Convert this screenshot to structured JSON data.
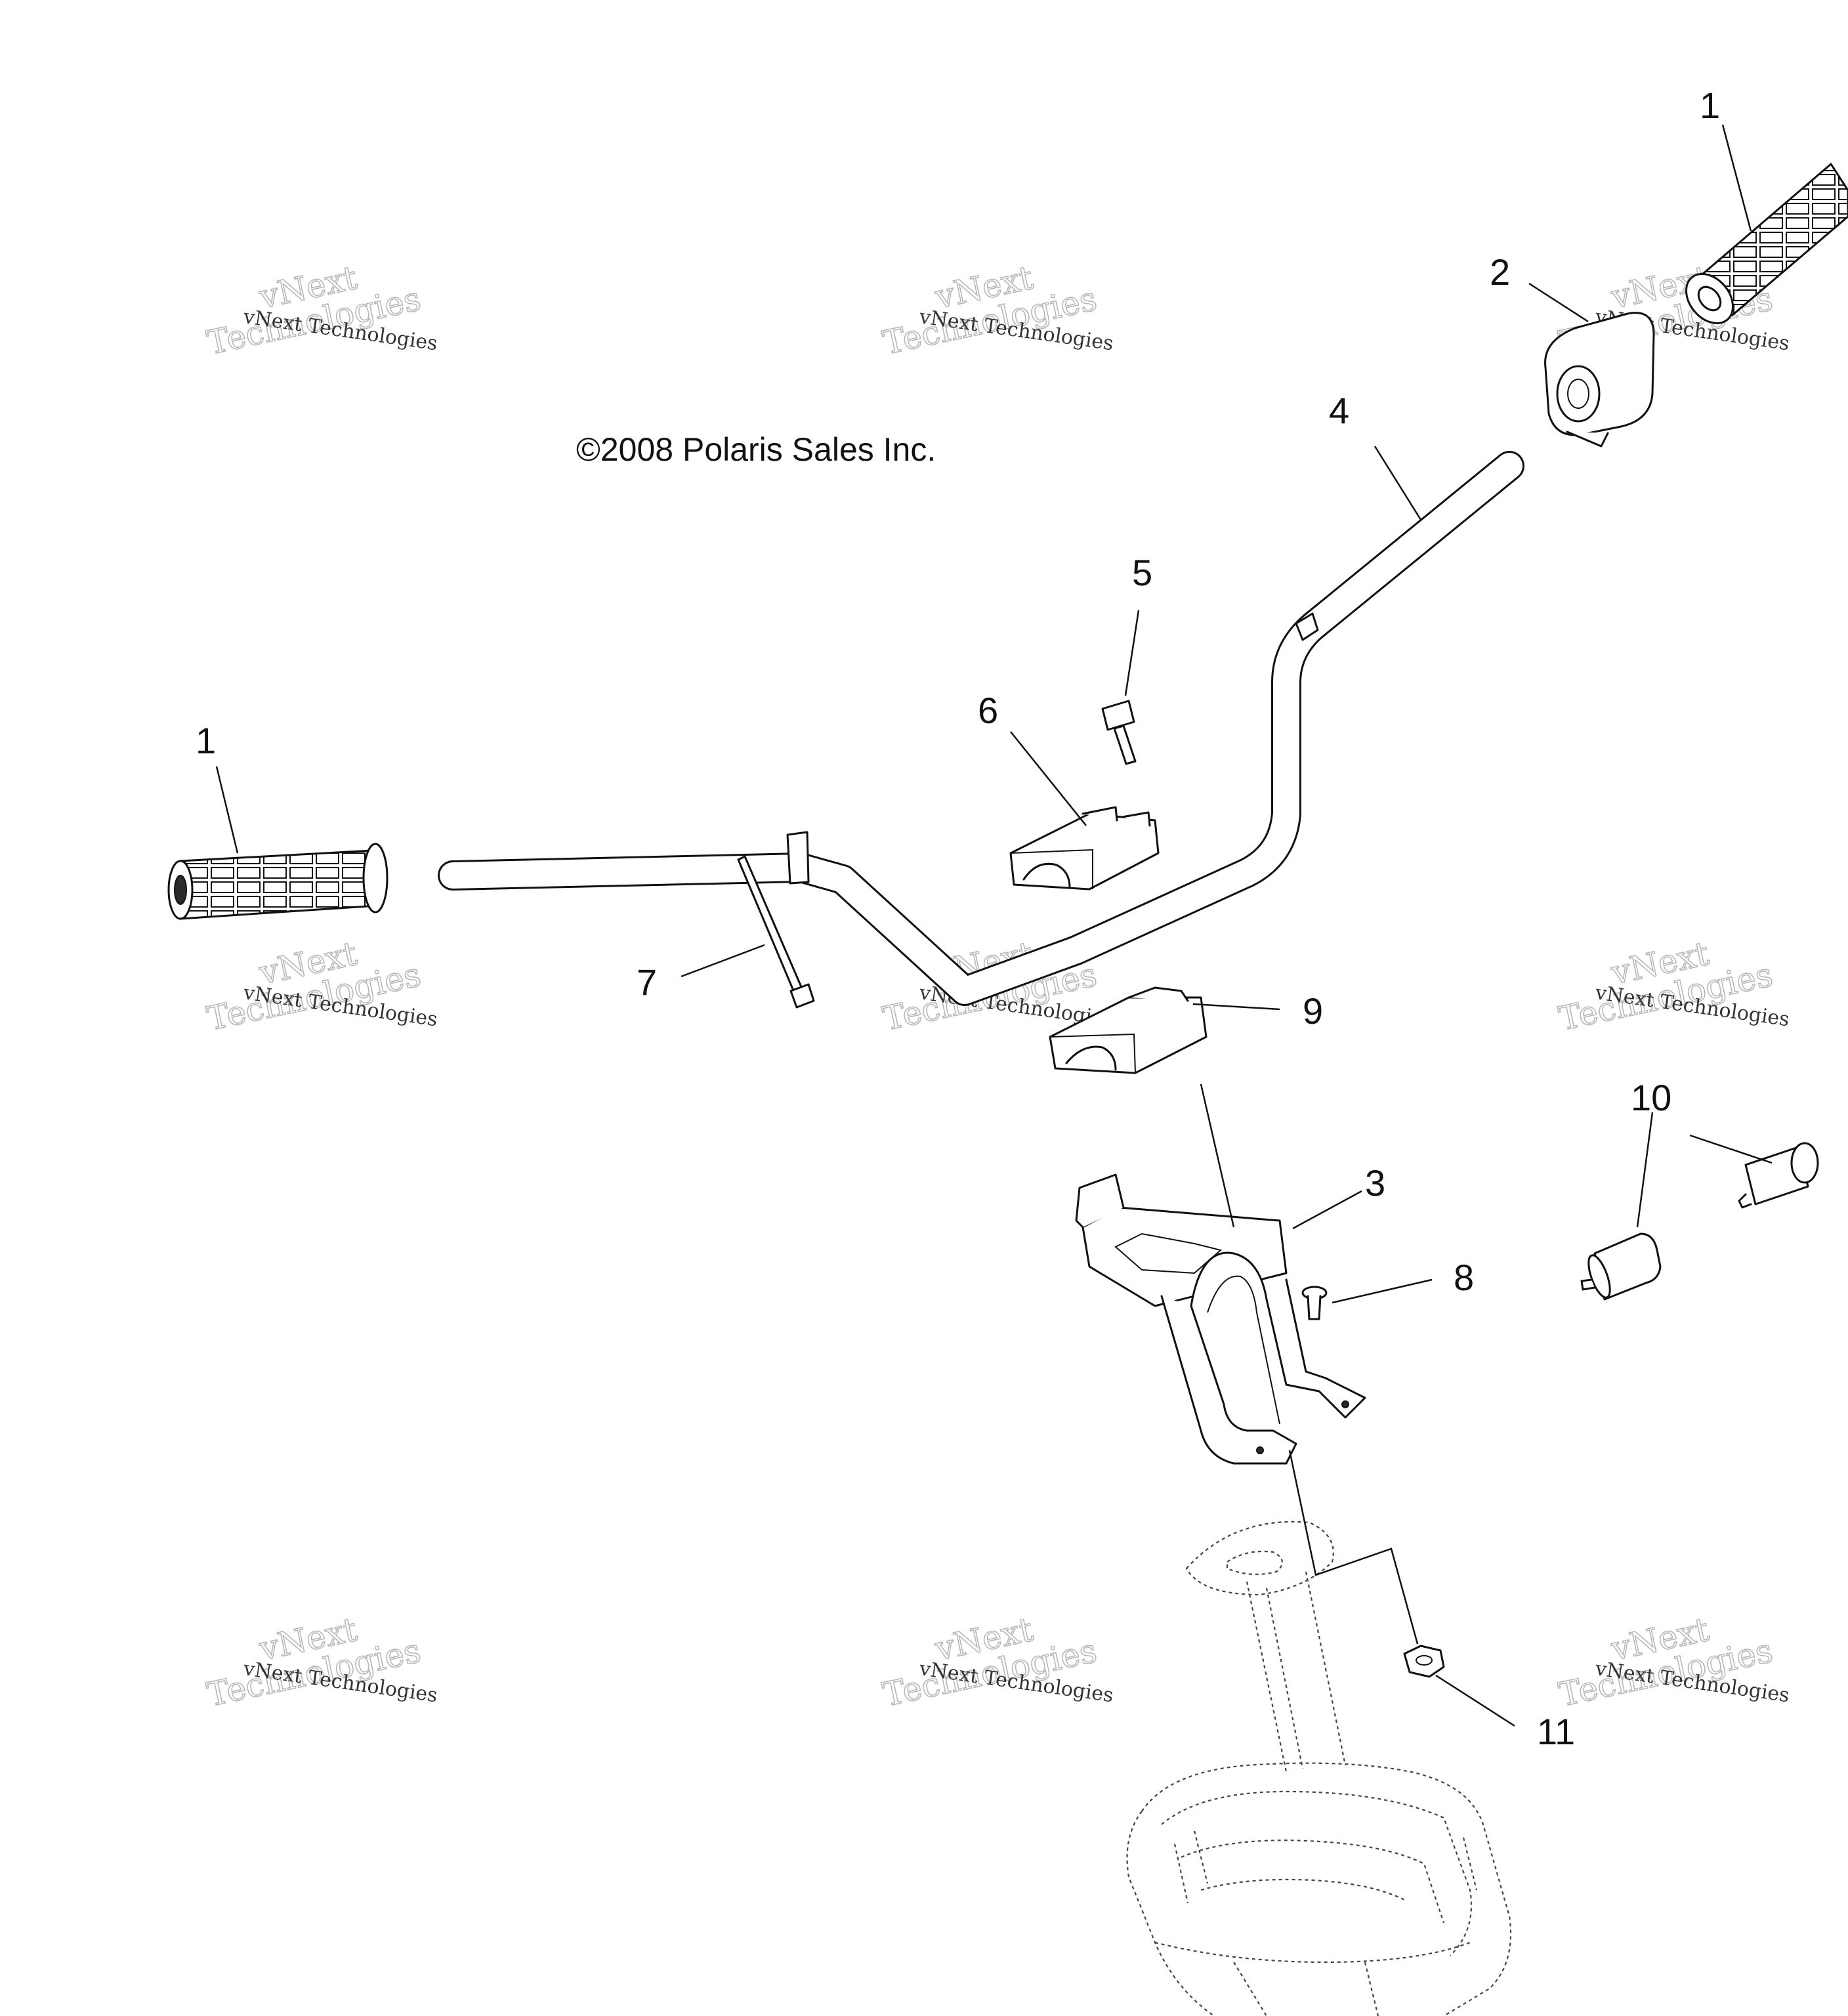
{
  "copyright": "©2008 Polaris Sales Inc.",
  "watermark": {
    "line1": "vNext",
    "line2": "Technologies",
    "small": "vNext Technologies"
  },
  "callouts": [
    {
      "id": "grip-right",
      "label": "1"
    },
    {
      "id": "throttle-housing",
      "label": "2"
    },
    {
      "id": "handlebar",
      "label": "4"
    },
    {
      "id": "bolt",
      "label": "5"
    },
    {
      "id": "clamp-upper",
      "label": "6"
    },
    {
      "id": "grip-left",
      "label": "1"
    },
    {
      "id": "cable-tie",
      "label": "7"
    },
    {
      "id": "clamp-lower",
      "label": "9"
    },
    {
      "id": "switch-assembly",
      "label": "10"
    },
    {
      "id": "bracket",
      "label": "3"
    },
    {
      "id": "screw",
      "label": "8"
    },
    {
      "id": "nut",
      "label": "11"
    }
  ]
}
